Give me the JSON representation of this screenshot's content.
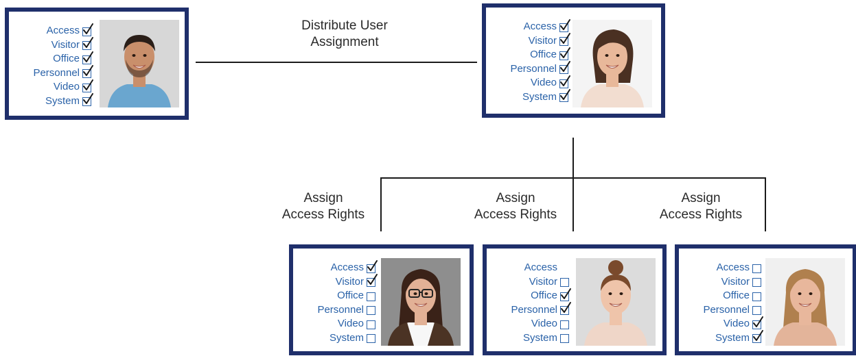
{
  "permission_labels": [
    "Access",
    "Visitor",
    "Office",
    "Personnel",
    "Video",
    "System"
  ],
  "connector_top_label": [
    "Distribute User",
    "Assignment"
  ],
  "assign_label": [
    "Assign",
    "Access Rights"
  ],
  "cards": [
    {
      "id": "admin",
      "checks": [
        true,
        true,
        true,
        true,
        true,
        true
      ],
      "photo": "man-smiling-blue-shirt"
    },
    {
      "id": "manager",
      "checks": [
        true,
        true,
        true,
        true,
        true,
        true
      ],
      "photo": "woman-short-hair"
    },
    {
      "id": "user1",
      "checks": [
        true,
        true,
        false,
        false,
        false,
        false
      ],
      "photo": "woman-glasses"
    },
    {
      "id": "user2",
      "checks": [
        null,
        false,
        true,
        true,
        false,
        false
      ],
      "photo": "woman-hair-bun"
    },
    {
      "id": "user3",
      "checks": [
        false,
        false,
        false,
        false,
        true,
        true
      ],
      "photo": "woman-long-hair"
    }
  ],
  "colors": {
    "frame": "#1f2f6b",
    "label_text": "#2a62a8",
    "line": "#1a1a1a"
  }
}
